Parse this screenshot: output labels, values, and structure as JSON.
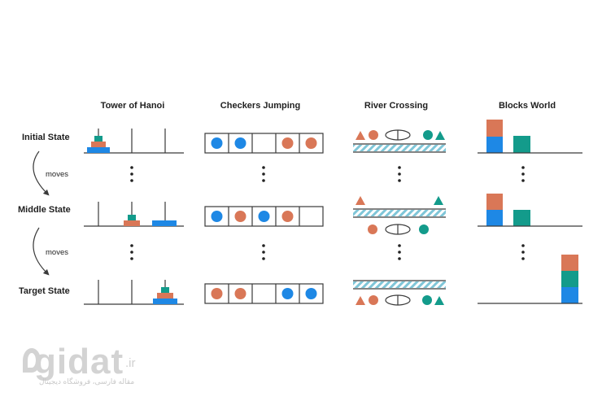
{
  "columns": {
    "hanoi": "Tower of Hanoi",
    "checkers": "Checkers Jumping",
    "river": "River Crossing",
    "blocks": "Blocks World"
  },
  "rows": {
    "initial": "Initial State",
    "middle": "Middle State",
    "target": "Target State"
  },
  "arrows": {
    "top": "moves",
    "bottom": "moves"
  },
  "colors": {
    "blue": "#1e88e5",
    "orange": "#d97757",
    "teal": "#139b8b",
    "hatch": "#7fc6d8",
    "line": "#3a3a3a"
  },
  "watermark": {
    "logo": "gidat",
    "tld": ".ir",
    "tagline": "مقاله فارسی، فروشگاه دیجیتال"
  }
}
